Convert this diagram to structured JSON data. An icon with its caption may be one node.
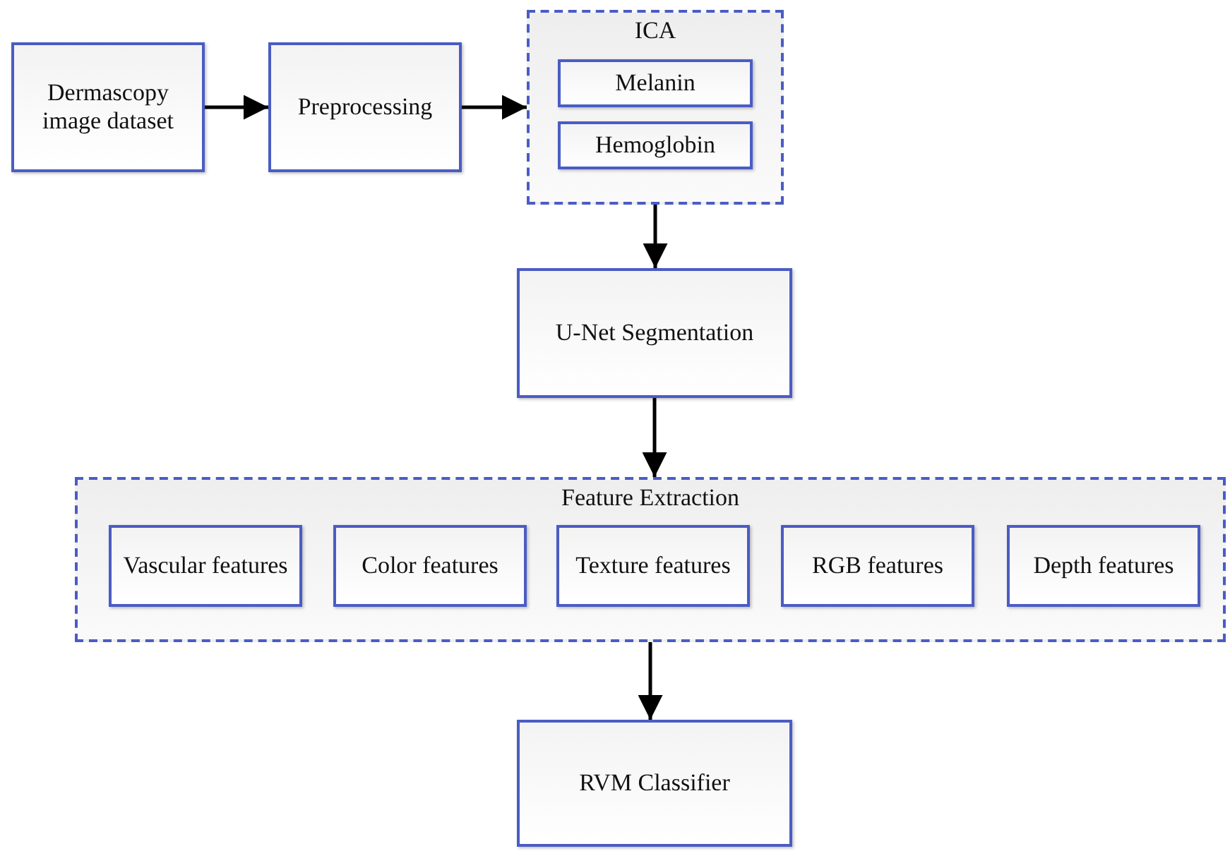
{
  "diagram": {
    "nodes": [
      {
        "text": [
          "Dermascopy image dataset"
        ]
      },
      {
        "text": [
          "Preprocessing"
        ]
      },
      {
        "text": [
          "ICA"
        ]
      },
      {
        "text": [
          "Melanin"
        ],
        "in": 2
      },
      {
        "text": [
          "Hemoglobin"
        ],
        "in": 2
      },
      {
        "text": [
          "U-Net Segmentation"
        ]
      },
      {
        "text": [
          "Feature Extraction"
        ]
      },
      {
        "text": [
          "Vascular features"
        ],
        "in": 6
      },
      {
        "text": [
          "Color features"
        ],
        "in": 6
      },
      {
        "text": [
          "Texture features"
        ],
        "in": 6
      },
      {
        "text": [
          "RGB features"
        ],
        "in": 6
      },
      {
        "text": [
          "Depth features"
        ],
        "in": 6
      },
      {
        "text": [
          "RVM Classifier"
        ]
      }
    ],
    "edges": [
      {
        "from": 0,
        "to": 1,
        "arrow": "to"
      },
      {
        "from": 1,
        "to": 2,
        "arrow": "to"
      },
      {
        "from": 2,
        "to": 5,
        "arrow": "to"
      },
      {
        "from": 5,
        "to": 6,
        "arrow": "to"
      },
      {
        "from": 6,
        "to": 12,
        "arrow": "to"
      }
    ]
  }
}
